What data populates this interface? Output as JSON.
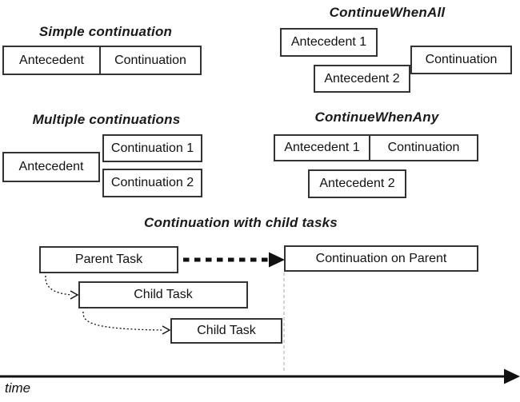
{
  "sections": {
    "simple": {
      "title": "Simple continuation",
      "antecedent": "Antecedent",
      "continuation": "Continuation"
    },
    "when_all": {
      "title": "ContinueWhenAll",
      "antecedent1": "Antecedent 1",
      "antecedent2": "Antecedent 2",
      "continuation": "Continuation"
    },
    "multiple": {
      "title": "Multiple continuations",
      "antecedent": "Antecedent",
      "continuation1": "Continuation 1",
      "continuation2": "Continuation 2"
    },
    "when_any": {
      "title": "ContinueWhenAny",
      "antecedent1": "Antecedent 1",
      "antecedent2": "Antecedent 2",
      "continuation": "Continuation"
    },
    "child_tasks": {
      "title": "Continuation with child tasks",
      "parent": "Parent Task",
      "child1": "Child Task",
      "child2": "Child Task",
      "continuation": "Continuation on Parent"
    }
  },
  "timeline": {
    "label": "time"
  },
  "icons": [
    "thick-dashed-arrow-icon",
    "curved-dotted-arrow-icon",
    "vertical-dashed-line",
    "time-axis-arrow-icon"
  ],
  "colors": {
    "background": "#ffffff",
    "box_border": "#333333",
    "text": "#111111",
    "arrow": "#111111",
    "guide_dashed_line": "#aaaaaa"
  }
}
